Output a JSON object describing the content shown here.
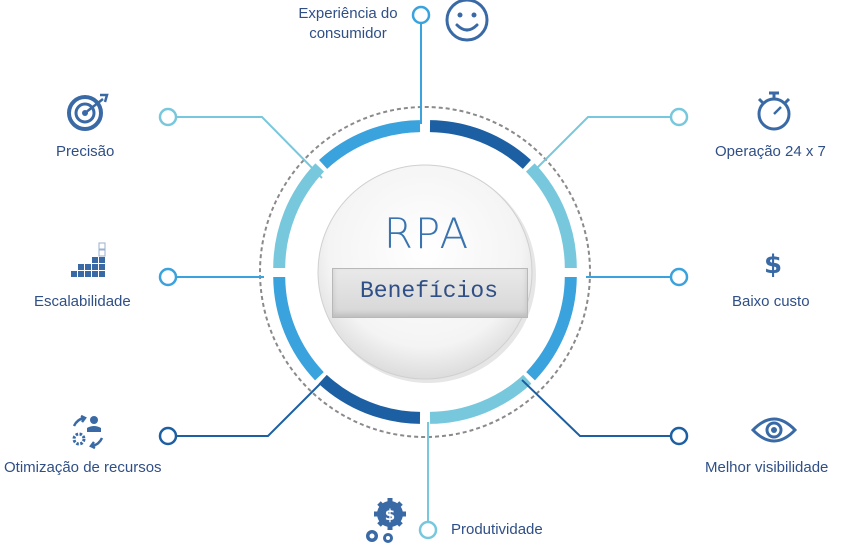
{
  "center": {
    "title": "RPA",
    "subtitle": "Benefícios"
  },
  "benefits": [
    {
      "id": "experiencia",
      "label_lines": [
        "Experiência do",
        "consumidor"
      ],
      "icon": "smiley-icon"
    },
    {
      "id": "precisao",
      "label": "Precisão",
      "icon": "target-icon"
    },
    {
      "id": "operacao",
      "label": "Operação 24 x 7",
      "icon": "stopwatch-icon"
    },
    {
      "id": "escalabilidade",
      "label": "Escalabilidade",
      "icon": "scale-blocks-icon"
    },
    {
      "id": "custo",
      "label": "Baixo custo",
      "icon": "dollar-icon"
    },
    {
      "id": "otimizacao",
      "label": "Otimização de recursos",
      "icon": "resource-cycle-icon"
    },
    {
      "id": "visibilidade",
      "label": "Melhor visibilidade",
      "icon": "eye-icon"
    },
    {
      "id": "produtividade",
      "label": "Produtividade",
      "icon": "gears-dollar-icon"
    }
  ],
  "colors": {
    "text": "#2f4f86",
    "light_blue": "#78c8dd",
    "mid_blue": "#3aa2dc",
    "dark_blue": "#1c5fa3",
    "icon_blue": "#3a6aa6"
  }
}
